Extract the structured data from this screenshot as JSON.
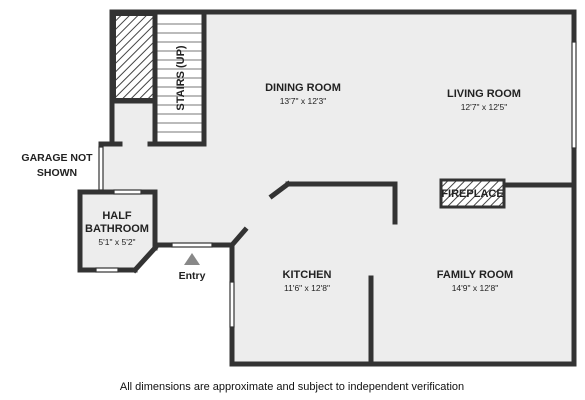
{
  "rooms": {
    "dining": {
      "name": "DINING ROOM",
      "dim": "13'7\" x 12'3\""
    },
    "living": {
      "name": "LIVING ROOM",
      "dim": "12'7\" x 12'5\""
    },
    "kitchen": {
      "name": "KITCHEN",
      "dim": "11'6\" x 12'8\""
    },
    "family": {
      "name": "FAMILY ROOM",
      "dim": "14'9\" x 12'8\""
    },
    "half_bath": {
      "name_line1": "HALF",
      "name_line2": "BATHROOM",
      "dim": "5'1\" x 5'2\""
    }
  },
  "labels": {
    "stairs": "STAIRS (UP)",
    "fireplace": "FIREPLACE",
    "garage_line1": "GARAGE NOT",
    "garage_line2": "SHOWN",
    "entry": "Entry"
  },
  "footer": "All dimensions are approximate and subject to independent verification",
  "colors": {
    "floor": "#ededed",
    "wall": "#333333",
    "text": "#222222"
  }
}
